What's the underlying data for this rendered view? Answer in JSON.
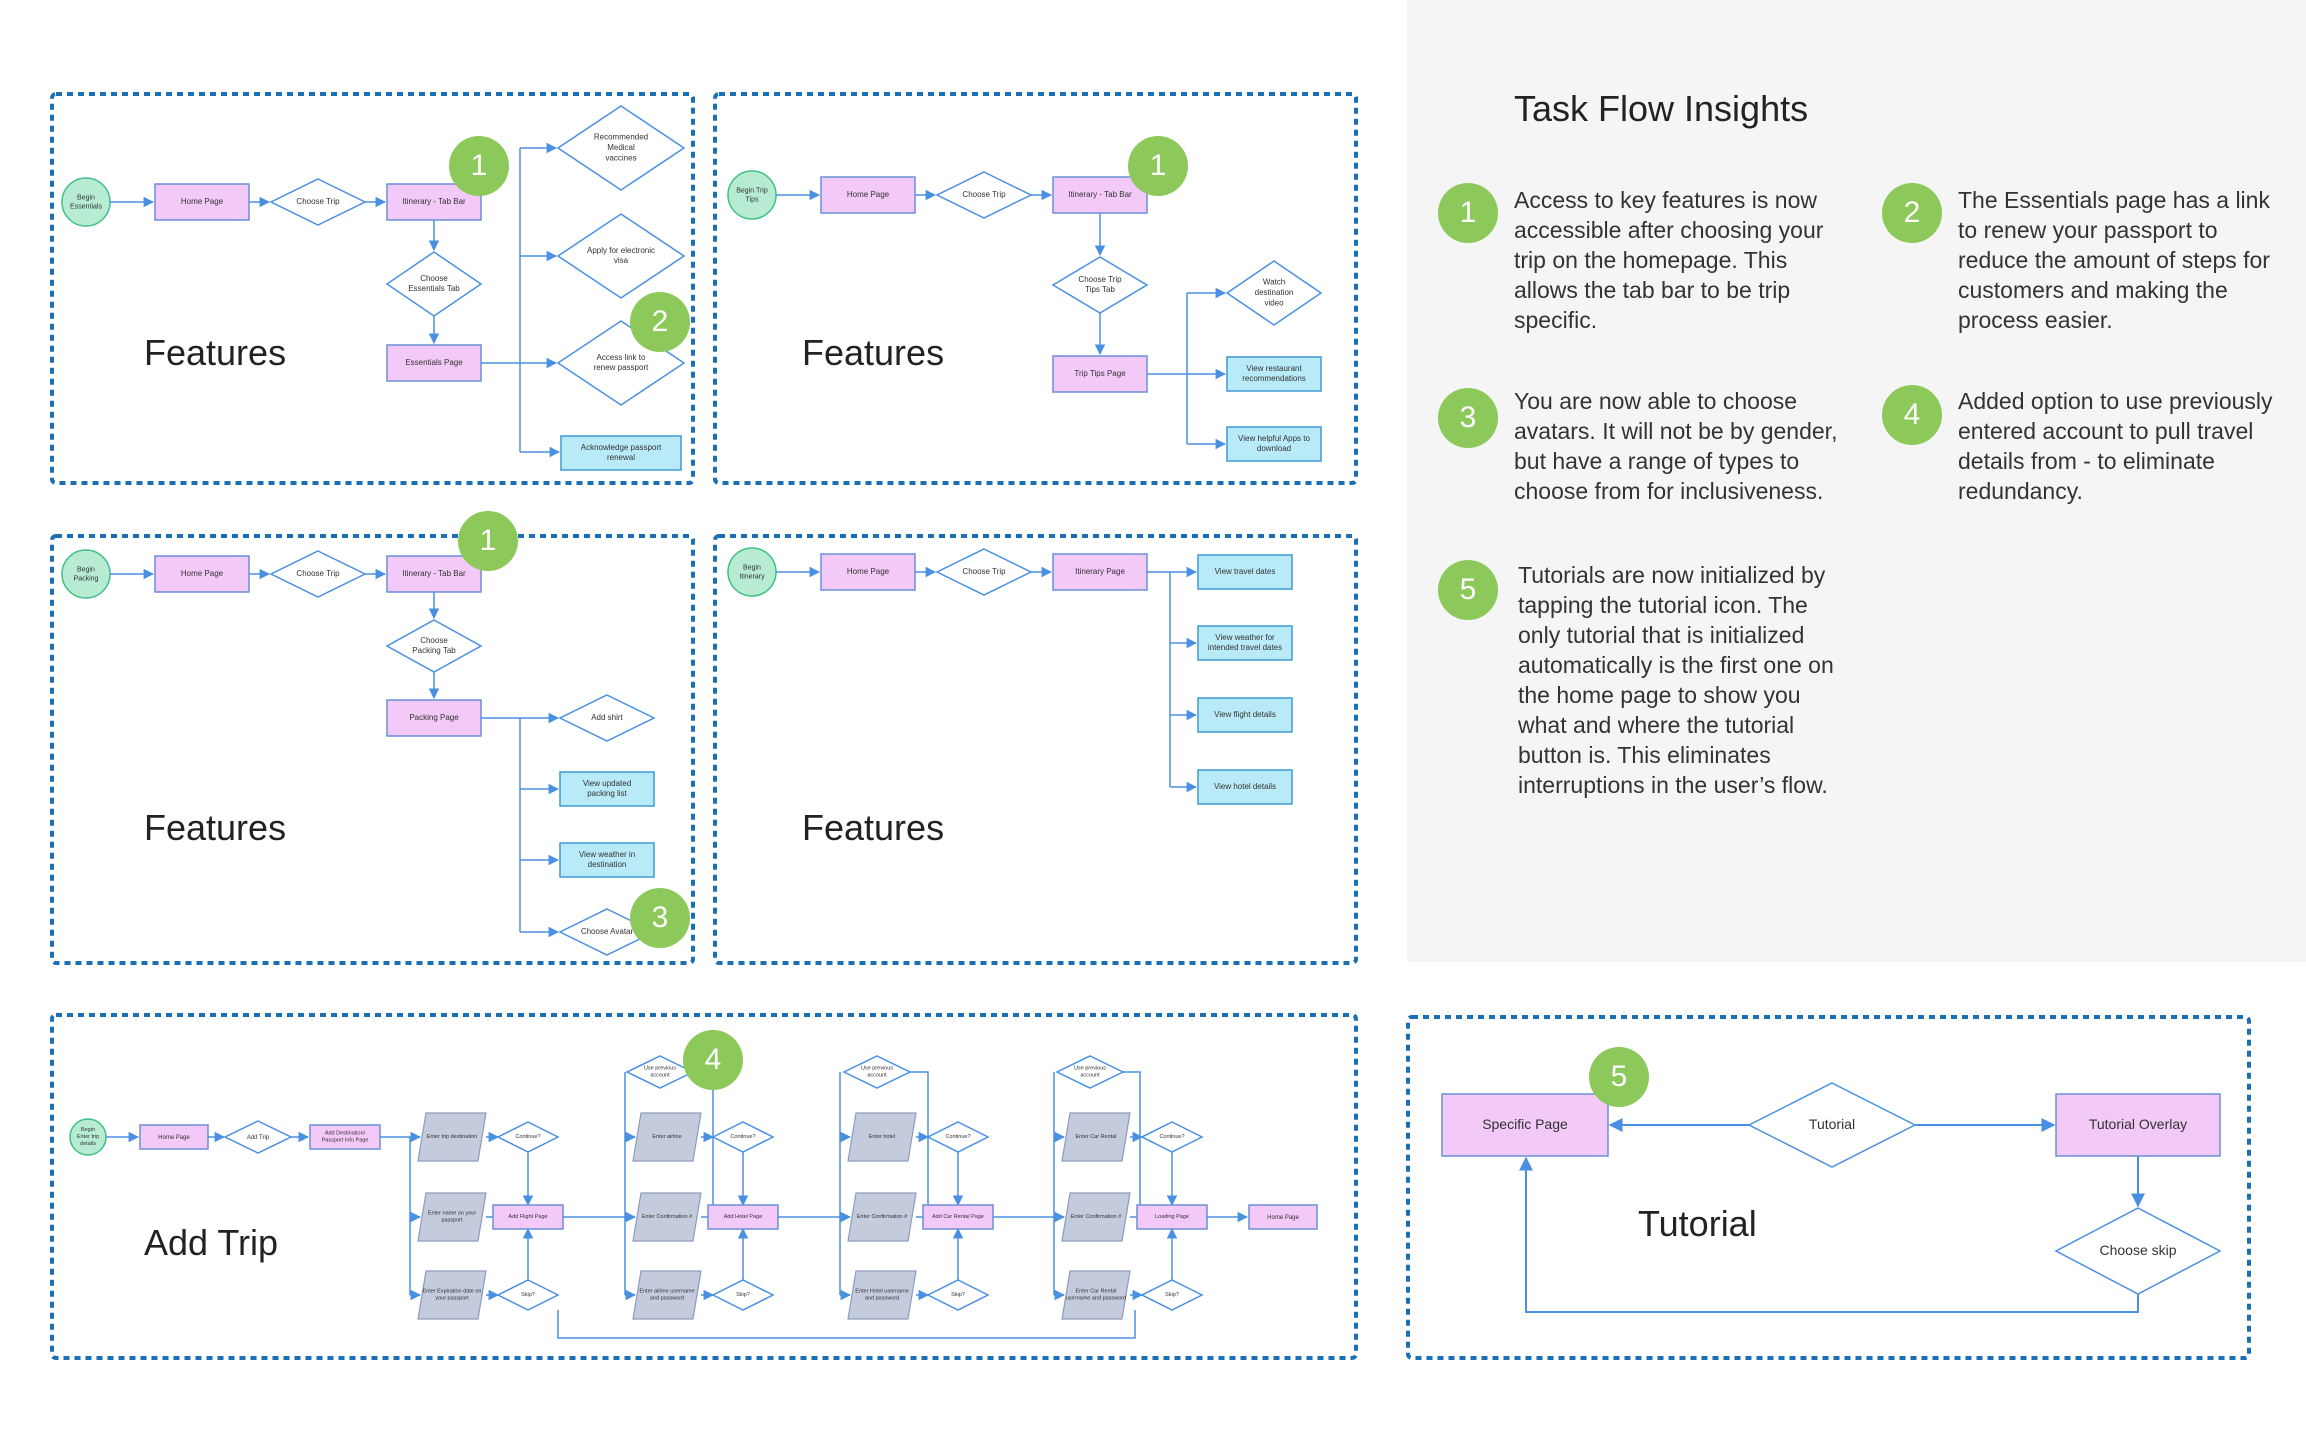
{
  "insights": {
    "title": "Task Flow Insights",
    "items": [
      {
        "num": "1",
        "text": "Access to key features is now accessible after choosing your trip on the homepage. This allows the tab bar to be trip specific."
      },
      {
        "num": "2",
        "text": "The Essentials page has a link to renew your passport to reduce the amount of steps for customers and making the process easier."
      },
      {
        "num": "3",
        "text": "You are now able to choose avatars. It will not be by gender, but have a range of types to choose from for inclusiveness."
      },
      {
        "num": "4",
        "text": "Added option to use previously entered account to pull travel details from - to eliminate redundancy."
      },
      {
        "num": "5",
        "text": "Tutorials are now initialized by tapping the tutorial icon. The only tutorial that is initialized automatically is the first one on the home page to show you what and where the tutorial button is. This eliminates interruptions in the user’s flow."
      }
    ]
  },
  "colors": {
    "page_fill": "#f3c9f7",
    "page_stroke": "#6a8fd8",
    "view_fill": "#b9eaf8",
    "view_stroke": "#3f9ad6",
    "input_fill": "#c3cbdc",
    "input_stroke": "#8e9cc0",
    "start_fill": "#b8ecd2",
    "start_stroke": "#3fbf8a",
    "badge": "#8cc95a",
    "arrow": "#4a90e2",
    "frame": "#1b6fb5"
  },
  "flows": [
    {
      "id": "essentials",
      "title": "Features",
      "start": "Begin\nEssentials",
      "home": "Home Page",
      "choose_trip": "Choose Trip",
      "itinerary": "Itinerary - Tab Bar",
      "choose_tab": "Choose\nEssentials Tab",
      "page": "Essentials Page",
      "options": [
        "Recommended\nMedical\nvaccines",
        "Apply for electronic\nvisa",
        "Access link to\nrenew passport"
      ],
      "final": "Acknowledge passport\nrenewal"
    },
    {
      "id": "triptips",
      "title": "Features",
      "start": "Begin Trip\nTips",
      "home": "Home Page",
      "choose_trip": "Choose Trip",
      "itinerary": "Itinerary - Tab Bar",
      "choose_tab": "Choose Trip\nTips Tab",
      "page": "Trip Tips Page",
      "watch": "Watch\ndestination\nvideo",
      "views": [
        "View restaurant\nrecommendations",
        "View helpful Apps to\ndownload"
      ]
    },
    {
      "id": "packing",
      "title": "Features",
      "start": "Begin\nPacking",
      "home": "Home Page",
      "choose_trip": "Choose Trip",
      "itinerary": "Itinerary - Tab Bar",
      "choose_tab": "Choose\nPacking Tab",
      "page": "Packing Page",
      "add_shirt": "Add shirt",
      "views": [
        "View updated\npacking list",
        "View weather in\ndestination"
      ],
      "avatar": "Choose Avatar"
    },
    {
      "id": "itinerary",
      "title": "Features",
      "start": "Begin\nItinerary",
      "home": "Home Page",
      "choose_trip": "Choose Trip",
      "page": "Itinerary Page",
      "views": [
        "View travel dates",
        "View weather for\nintended travel dates",
        "View flight details",
        "View hotel details"
      ]
    }
  ],
  "addtrip": {
    "title": "Add Trip",
    "start": "Begin\nEnter trip\ndetails",
    "home": "Home Page",
    "add_trip": "Add Trip",
    "add_dest": "Add Destination/\nPassport Info Page",
    "dest_inputs": [
      "Enter trip destination",
      "Enter name on your\npassport",
      "Enter Expiration date on\nyour passport"
    ],
    "continue": "Continue?",
    "skip": "Skip?",
    "use_prev": "Use previous\naccount",
    "flight_page": "Add Flight Page",
    "flight_inputs": [
      "Enter airline",
      "Enter Confirmation #",
      "Enter airline username\nand password"
    ],
    "hotel_page": "Add Hotel Page",
    "hotel_inputs": [
      "Enter hotel",
      "Enter Confirmation #",
      "Enter Hotel username\nand password"
    ],
    "car_page": "Add Car Rental Page",
    "car_inputs": [
      "Enter Car Rental",
      "Enter Confirmation #",
      "Enter Car Rental\nusername and password"
    ],
    "loading": "Loading Page",
    "home_end": "Home Page"
  },
  "tutorial": {
    "title": "Tutorial",
    "specific": "Specific Page",
    "decision": "Tutorial",
    "overlay": "Tutorial Overlay",
    "skip": "Choose skip"
  },
  "badges": [
    {
      "num": "1"
    },
    {
      "num": "2"
    },
    {
      "num": "1"
    },
    {
      "num": "1"
    },
    {
      "num": "3"
    },
    {
      "num": "4"
    },
    {
      "num": "5"
    }
  ]
}
